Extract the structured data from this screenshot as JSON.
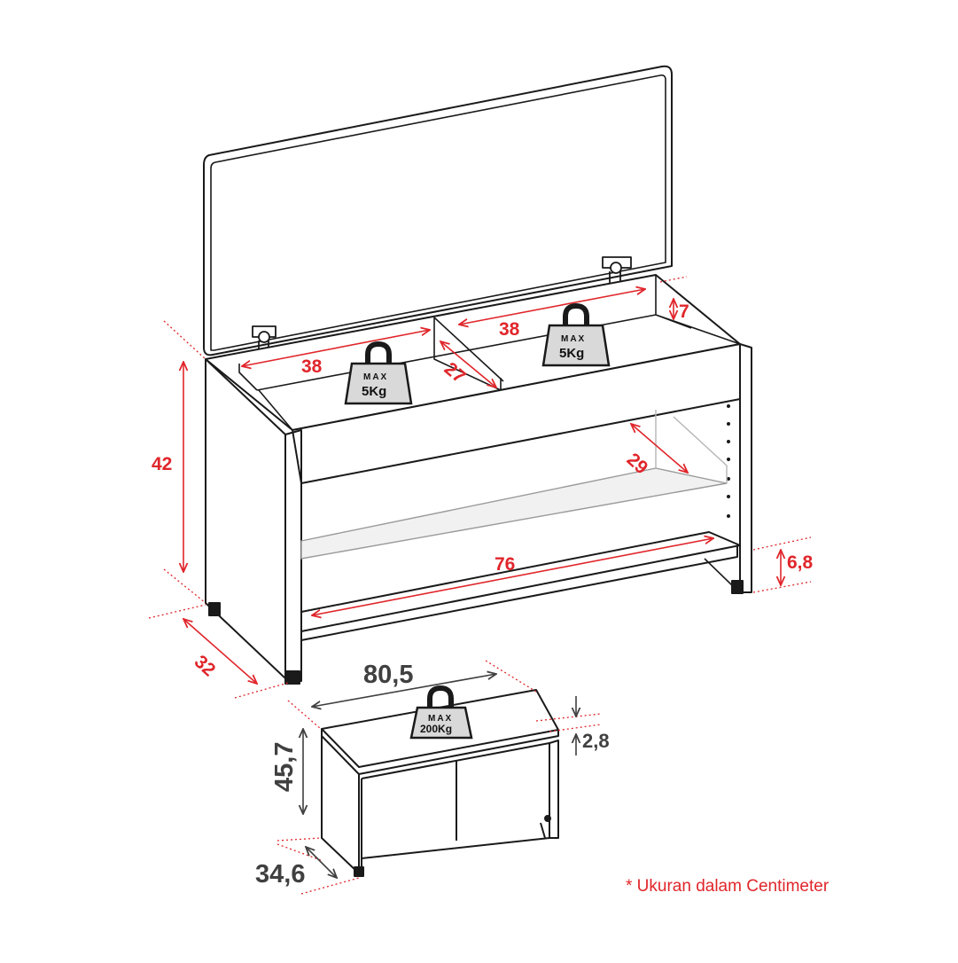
{
  "colors": {
    "annotation": "#e0262b",
    "outline": "#1a1a1a",
    "dimension_gray": "#404040",
    "weight_fill": "#d9d9d9"
  },
  "bench_dimensions": {
    "lid_left_width": "38",
    "lid_right_width": "38",
    "compartment_depth": "27",
    "lid_gap": "7",
    "height": "42",
    "shelf_depth": "29",
    "inner_width": "76",
    "leg_height": "6,8",
    "depth": "32"
  },
  "weights": {
    "left": {
      "max_label": "MAX",
      "load": "5Kg"
    },
    "right": {
      "max_label": "MAX",
      "load": "5Kg"
    },
    "cabinet": {
      "max_label": "MAX",
      "load": "200Kg"
    }
  },
  "cabinet_dimensions": {
    "width": "80,5",
    "height": "45,7",
    "depth": "34,6",
    "top_thickness": "2,8"
  },
  "note": "* Ukuran dalam Centimeter"
}
